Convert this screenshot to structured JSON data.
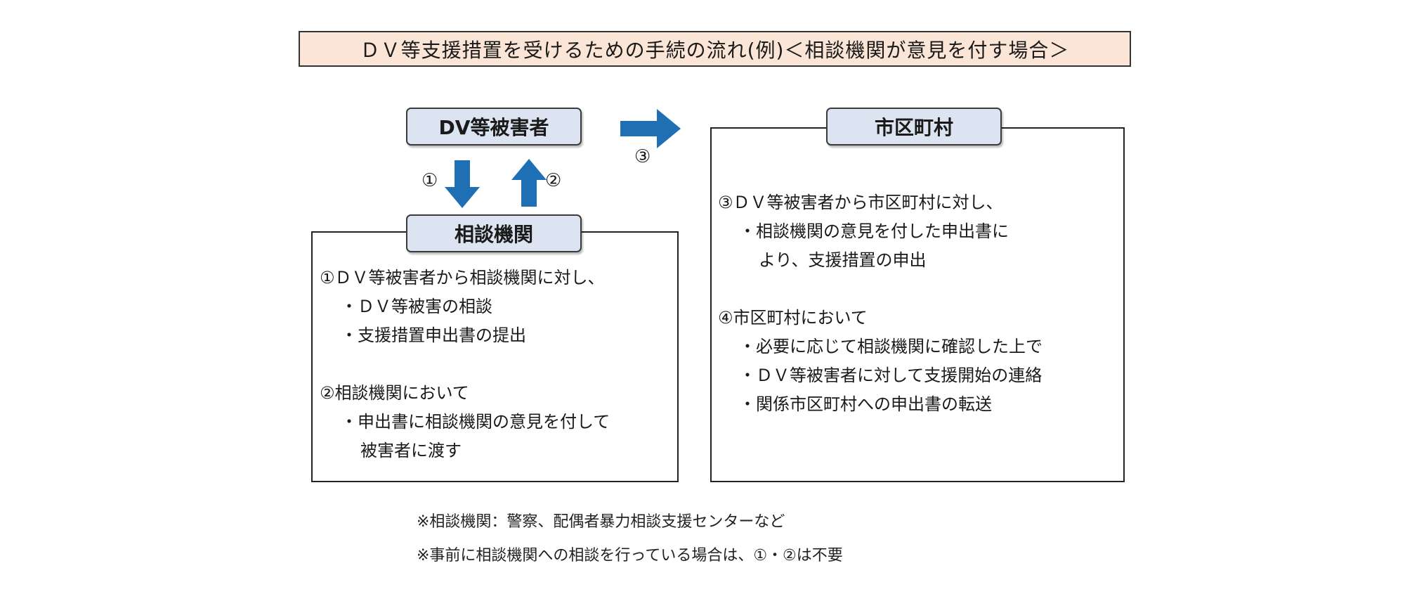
{
  "title": "ＤＶ等支援措置を受けるための手続の流れ(例)＜相談機関が意見を付す場合＞",
  "nodes": {
    "victim": "DV等被害者",
    "consultation": "相談機関",
    "municipality": "市区町村"
  },
  "step_numbers": {
    "step1": "①",
    "step2": "②",
    "step3": "③"
  },
  "consultation_box": {
    "lines": [
      "①ＤＶ等被害者から相談機関に対し、",
      "・ＤＶ等被害の相談",
      "・支援措置申出書の提出",
      "②相談機関において",
      "・申出書に相談機関の意見を付して",
      "被害者に渡す"
    ]
  },
  "municipality_box": {
    "lines": [
      "③ＤＶ等被害者から市区町村に対し、",
      "・相談機関の意見を付した申出書に",
      "より、支援措置の申出",
      "④市区町村において",
      "・必要に応じて相談機関に確認した上で",
      "・ＤＶ等被害者に対して支援開始の連絡",
      "・関係市区町村への申出書の転送"
    ]
  },
  "notes": [
    "※相談機関：警察、配偶者暴力相談支援センターなど",
    "※事前に相談機関への相談を行っている場合は、①・②は不要"
  ],
  "colors": {
    "title_fill": "#fbe5d6",
    "label_fill": "#dbe4f0",
    "arrow_fill": "#1f6fb4"
  }
}
